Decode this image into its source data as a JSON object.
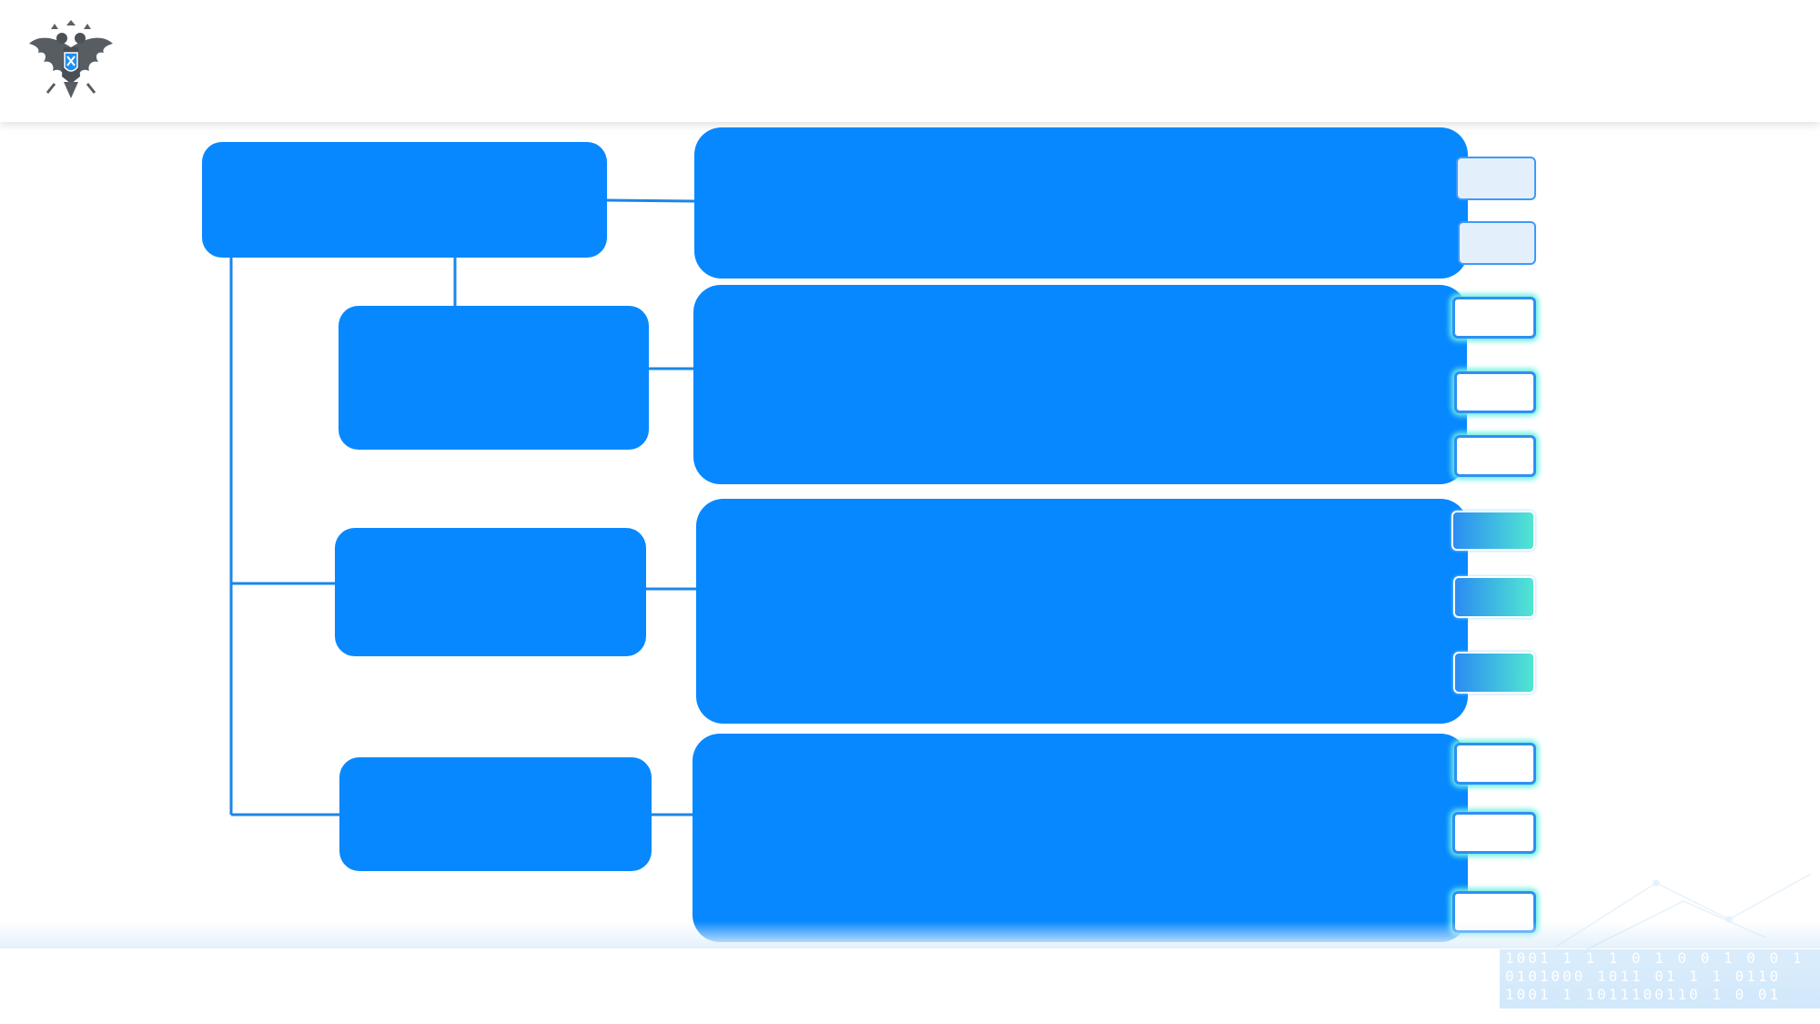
{
  "header": {
    "logo_icon": "double-headed-eagle-emblem"
  },
  "diagram": {
    "colors": {
      "box_fill": "#0788ff",
      "connector": "#1a86e8",
      "chip_light": "#e3effb",
      "chip_glow": "#6ef0e1",
      "chip_gradient_start": "#2a8cf2",
      "chip_gradient_end": "#52e6d2"
    },
    "left_boxes": [
      "",
      "",
      "",
      ""
    ],
    "right_panels": [
      "",
      "",
      "",
      ""
    ],
    "chips": [
      {
        "group": 1,
        "style": "light"
      },
      {
        "group": 1,
        "style": "light"
      },
      {
        "group": 2,
        "style": "glow"
      },
      {
        "group": 2,
        "style": "glow"
      },
      {
        "group": 2,
        "style": "glow"
      },
      {
        "group": 3,
        "style": "gradient"
      },
      {
        "group": 3,
        "style": "gradient"
      },
      {
        "group": 3,
        "style": "gradient"
      },
      {
        "group": 4,
        "style": "glow"
      },
      {
        "group": 4,
        "style": "glow"
      },
      {
        "group": 4,
        "style": "glow"
      }
    ]
  },
  "footer": {
    "binary_lines": [
      "1001 1 1 1 0 1 0 0 1 0 0 1",
      "0101000 1011 01 1 1 0110",
      "1001 1 1011100110 1 0 01"
    ]
  }
}
